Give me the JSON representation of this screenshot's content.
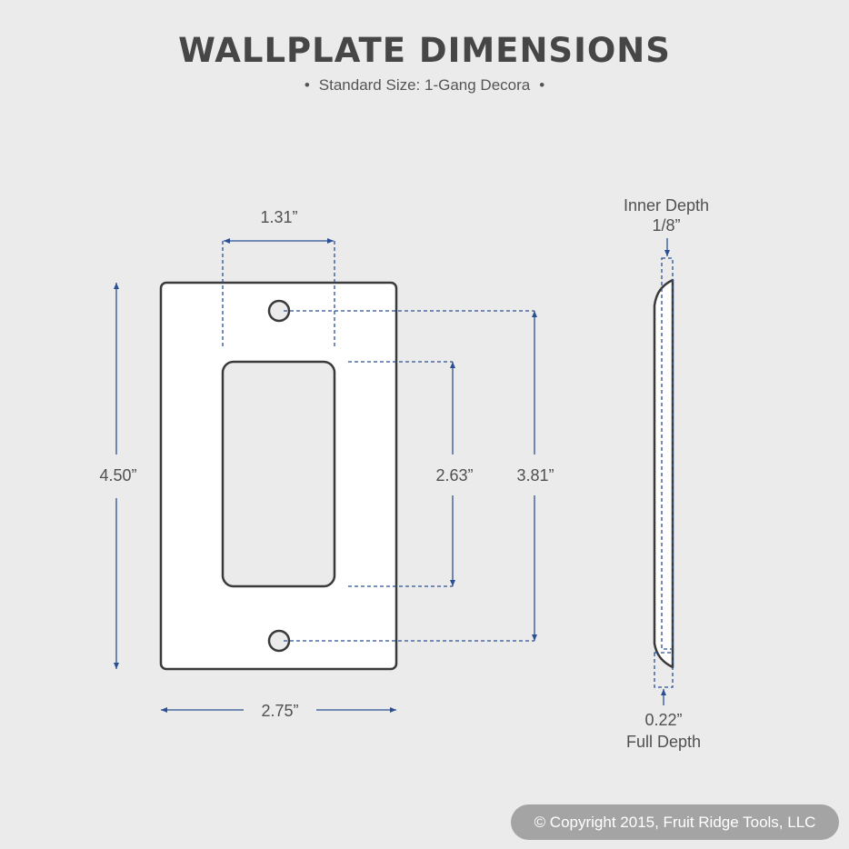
{
  "header": {
    "title": "WALLPLATE DIMENSIONS",
    "subtitle_bullet": "•",
    "subtitle": "Standard Size: 1-Gang Decora"
  },
  "dimensions": {
    "opening_width": "1.31”",
    "plate_height": "4.50”",
    "opening_height": "2.63”",
    "screw_spacing": "3.81”",
    "plate_width": "2.75”",
    "inner_depth_label": "Inner Depth",
    "inner_depth_value": "1/8”",
    "full_depth_value": "0.22”",
    "full_depth_label": "Full Depth"
  },
  "footer": {
    "copyright": "© Copyright 2015, Fruit Ridge Tools, LLC"
  },
  "colors": {
    "background": "#ebebeb",
    "outline": "#3a3a3a",
    "dimension_line": "#2a4f94",
    "copyright_badge": "#a4a4a4"
  }
}
